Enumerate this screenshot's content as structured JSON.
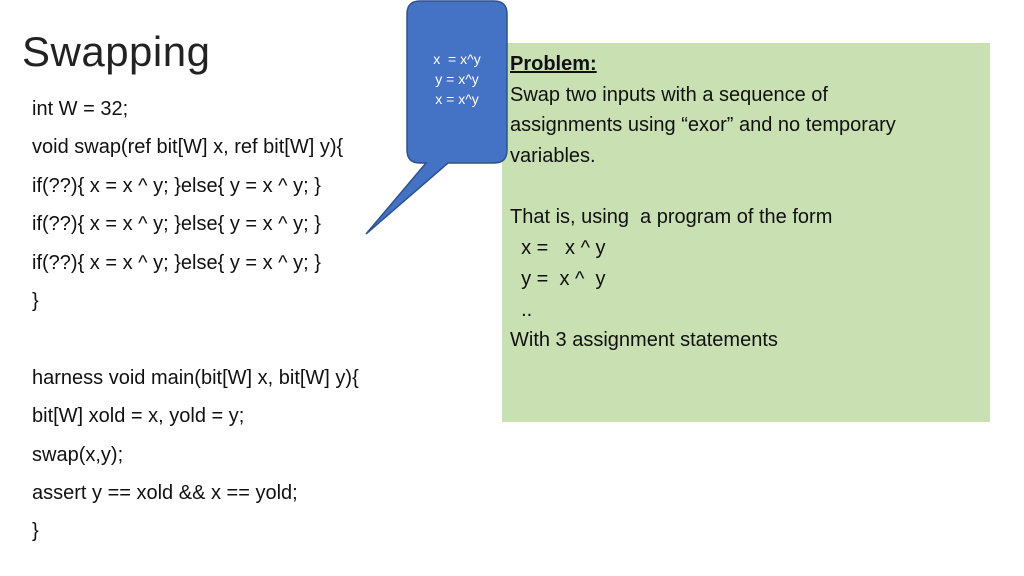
{
  "title": "Swapping",
  "code_lines": [
    "int W = 32;",
    "void swap(ref bit[W] x, ref bit[W] y){",
    "if(??){ x = x ^ y; }else{ y = x ^ y; }",
    "if(??){ x = x ^ y; }else{ y = x ^ y; }",
    "if(??){ x = x ^ y; }else{ y = x ^ y; }",
    "}",
    "",
    "harness void main(bit[W] x, bit[W] y){",
    "bit[W] xold = x, yold = y;",
    "swap(x,y);",
    "assert y == xold && x == yold;",
    "}"
  ],
  "callout": {
    "lines": [
      "x  = x^y",
      "y = x^y",
      "x = x^y"
    ],
    "fill_color": "#4472c4",
    "stroke_color": "#2f528f"
  },
  "problem_box": {
    "background_color": "#c9e0b2",
    "heading": "Problem:",
    "description_lines": [
      "Swap two inputs with a sequence of",
      "assignments using “exor” and no temporary",
      "variables."
    ],
    "form_intro": "That is, using  a program of the form",
    "form_lines": [
      "  x =   x ^ y",
      "  y =  x ^  y",
      "  .."
    ],
    "closing": "With 3 assignment statements"
  }
}
